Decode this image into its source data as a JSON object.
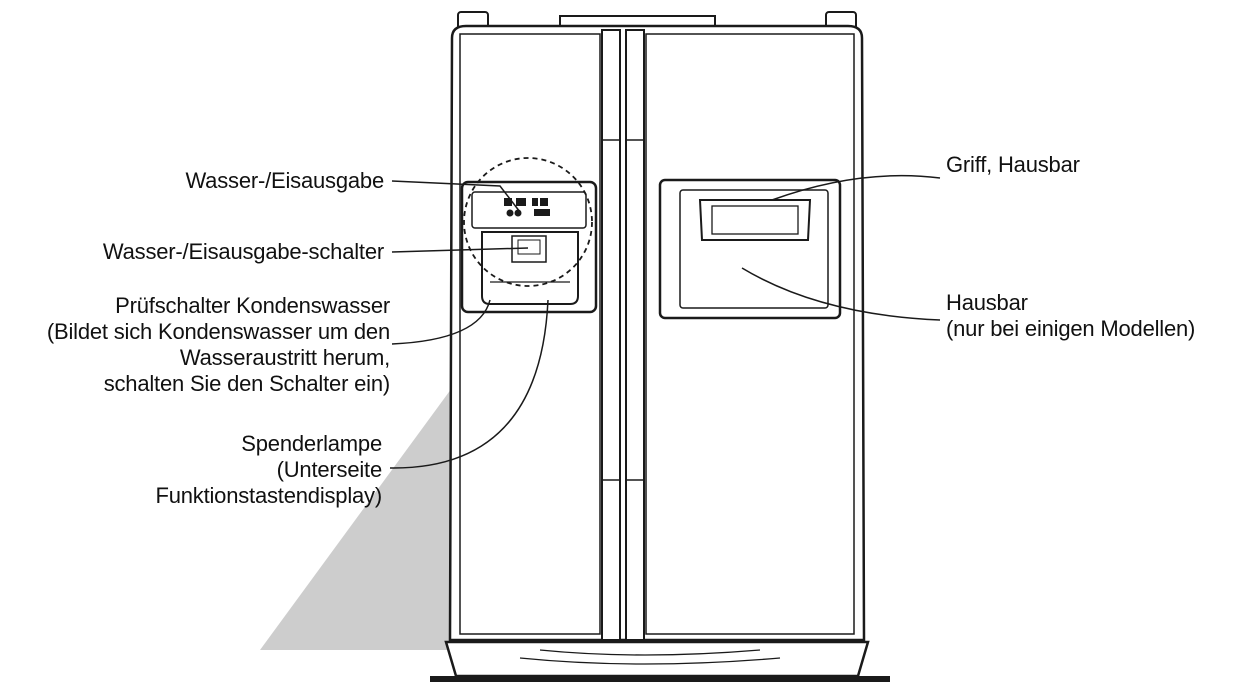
{
  "diagram": {
    "labels": {
      "dispenser": "Wasser-/Eisausgabe",
      "dispenser_switch": "Wasser-/Eisausgabe-schalter",
      "condensation_switch": "Prüfschalter Kondenswasser\n(Bildet sich Kondenswasser um den\nWasseraustritt herum,\nschalten Sie den Schalter ein)",
      "dispenser_lamp": "Spenderlampe\n(Unterseite\nFunktionstastendisplay)",
      "handle_homebar": "Griff, Hausbar",
      "homebar": "Hausbar\n(nur bei einigen Modellen)"
    },
    "colors": {
      "ink": "#1a1a1a",
      "light_beam": "#bdbdbd",
      "fridge_fill": "#ffffff"
    }
  }
}
